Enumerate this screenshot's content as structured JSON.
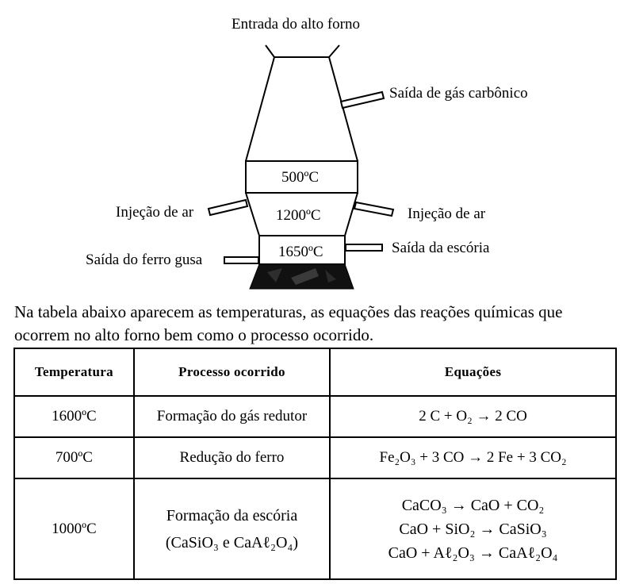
{
  "diagram": {
    "top_label": "Entrada do alto forno",
    "co2_outlet": "Saída de gás carbônico",
    "air_left": "Injeção de ar",
    "air_right": "Injeção de ar",
    "slag_outlet": "Saída da escória",
    "iron_outlet": "Saída do ferro gusa",
    "zone_top": "500ºC",
    "zone_mid": "1200ºC",
    "zone_bottom": "1650ºC"
  },
  "paragraph": "Na tabela abaixo aparecem as temperaturas, as equações das reações químicas que ocorrem no alto forno bem como o processo ocorrido.",
  "table": {
    "headers": [
      "Temperatura",
      "Processo ocorrido",
      "Equações"
    ],
    "rows": [
      {
        "temp": "1600ºC",
        "process": "Formação do gás redutor",
        "equations": [
          "2 C + O₂ → 2 CO"
        ]
      },
      {
        "temp": "700ºC",
        "process": "Redução do ferro",
        "equations": [
          "Fe₂O₃ + 3 CO → 2 Fe + 3 CO₂"
        ]
      },
      {
        "temp": "1000ºC",
        "process": "Formação da escória",
        "process_detail": "(CaSiO₃ e CaAℓ₂O₄)",
        "equations": [
          "CaCO₃ → CaO + CO₂",
          "CaO + SiO₂ → CaSiO₃",
          "CaO + Aℓ₂O₃ → CaAℓ₂O₄"
        ]
      }
    ]
  }
}
